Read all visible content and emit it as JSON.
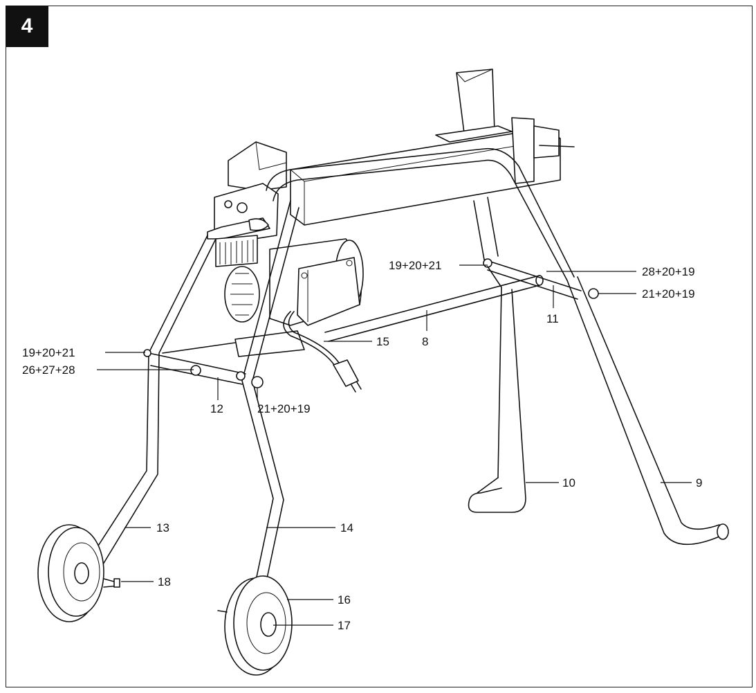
{
  "figure": {
    "number": "4"
  },
  "labels": [
    {
      "id": "l-19-20-21-left",
      "text": "19+20+21"
    },
    {
      "id": "l-26-27-28",
      "text": "26+27+28"
    },
    {
      "id": "l-12",
      "text": "12"
    },
    {
      "id": "l-21-20-19-center",
      "text": "21+20+19"
    },
    {
      "id": "l-15",
      "text": "15"
    },
    {
      "id": "l-8",
      "text": "8"
    },
    {
      "id": "l-19-20-21-right",
      "text": "19+20+21"
    },
    {
      "id": "l-28-20-19",
      "text": "28+20+19"
    },
    {
      "id": "l-21-20-19-right",
      "text": "21+20+19"
    },
    {
      "id": "l-11",
      "text": "11"
    },
    {
      "id": "l-10",
      "text": "10"
    },
    {
      "id": "l-9",
      "text": "9"
    },
    {
      "id": "l-13",
      "text": "13"
    },
    {
      "id": "l-14",
      "text": "14"
    },
    {
      "id": "l-18",
      "text": "18"
    },
    {
      "id": "l-16",
      "text": "16"
    },
    {
      "id": "l-17",
      "text": "17"
    }
  ]
}
